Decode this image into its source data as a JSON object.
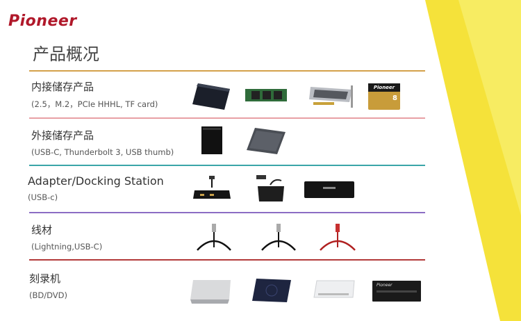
{
  "brand": {
    "logo_text": "Pioneer"
  },
  "page": {
    "title": "产品概况"
  },
  "colors": {
    "accent_yellow": "#f5e23a",
    "sep_orange": "#d4a14a",
    "sep_pink": "#e8a0a4",
    "sep_teal": "#3aa5a8",
    "sep_purple": "#8b6dc4",
    "sep_red": "#b23a3a"
  },
  "sections": [
    {
      "name": "内接储存产品",
      "sub": "(2.5，M.2，PCIe HHHL, TF card)"
    },
    {
      "name": "外接储存产品",
      "sub": "(USB-C, Thunderbolt 3, USB thumb)"
    },
    {
      "name": "Adapter/Docking Station",
      "sub": "(USB-c)"
    },
    {
      "name": "线材",
      "sub": "(Lightning,USB-C)"
    },
    {
      "name": "刻录机",
      "sub": "(BD/DVD)"
    }
  ],
  "products": {
    "tf_card_label": "Pioneer",
    "tf_card_cap": "8",
    "drive_label": "Pioneer"
  }
}
